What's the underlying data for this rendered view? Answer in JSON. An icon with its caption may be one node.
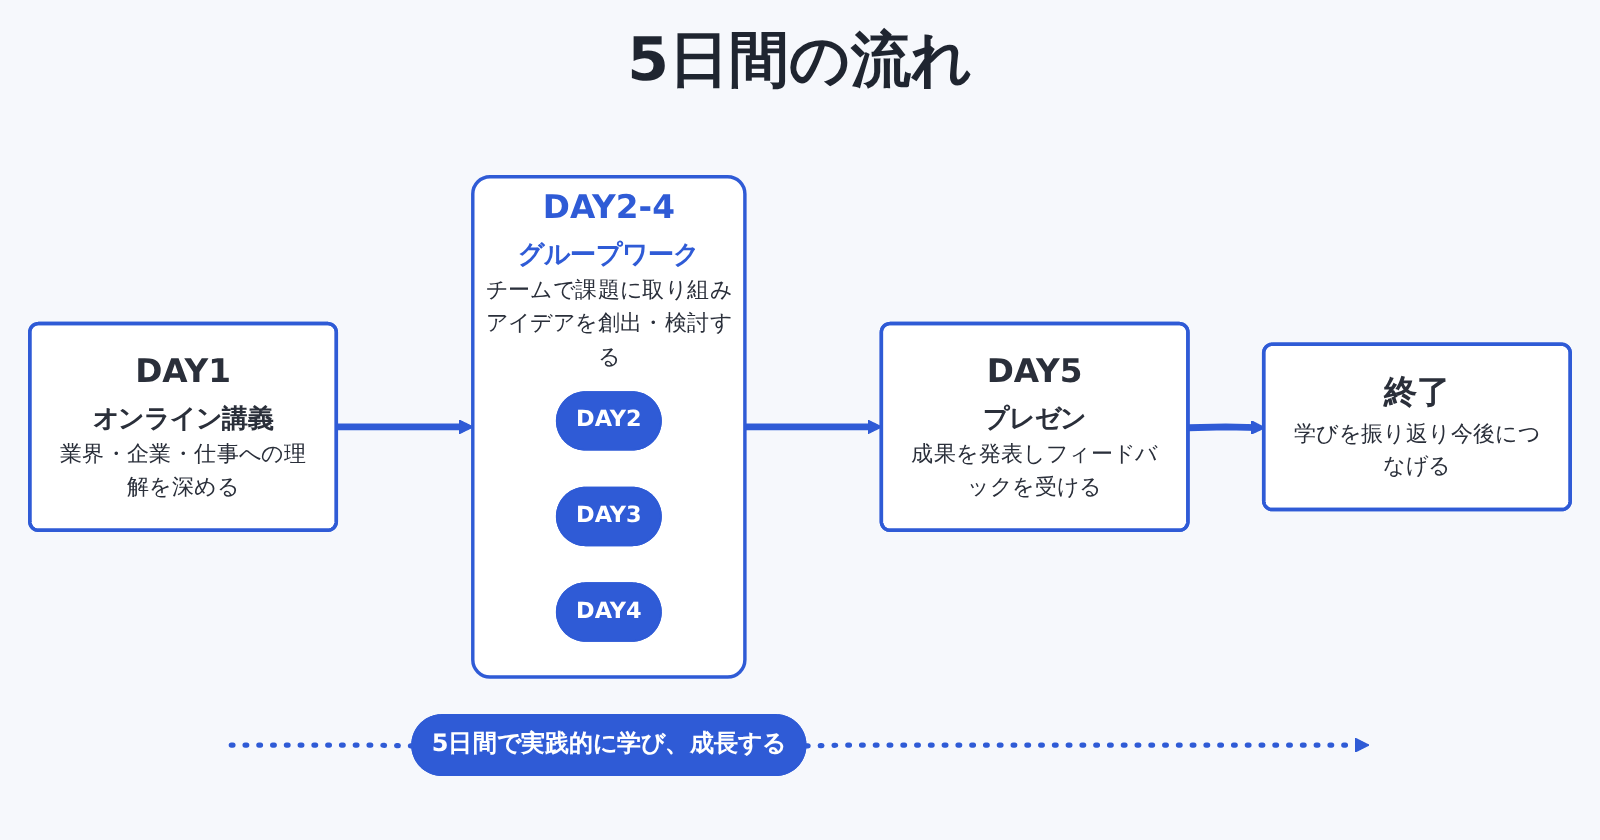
{
  "diagram": {
    "title": "5日間の流れ",
    "nodes": [
      {
        "text": [
          "DAY1",
          "オンライン講義",
          "業界・企業・仕事への理解を深める"
        ]
      },
      {
        "text": [
          "DAY2-4",
          "グループワーク",
          "チームで課題に取り組みアイデアを創出・検討する"
        ]
      },
      {
        "text": [
          "DAY2"
        ],
        "in": 1
      },
      {
        "text": [
          "DAY3"
        ],
        "in": 1
      },
      {
        "text": [
          "DAY4"
        ],
        "in": 1
      },
      {
        "text": [
          "DAY5",
          "プレゼン",
          "成果を発表しフィードバックを受ける"
        ]
      },
      {
        "text": [
          "終了",
          "学びを振り返り今後につなげる"
        ]
      },
      {
        "text": [
          "5日間で実践的に学び、成長する"
        ]
      }
    ],
    "edges": [
      {
        "from": 0,
        "to": 1,
        "arrow": "to"
      },
      {
        "from": 1,
        "to": 5,
        "arrow": "to"
      },
      {
        "from": 5,
        "to": 6,
        "arrow": "to"
      },
      {
        "from": null,
        "to": 7,
        "arrow": "none",
        "style": "dashed"
      },
      {
        "from": 7,
        "to": null,
        "arrow": "to",
        "style": "dashed"
      }
    ]
  }
}
